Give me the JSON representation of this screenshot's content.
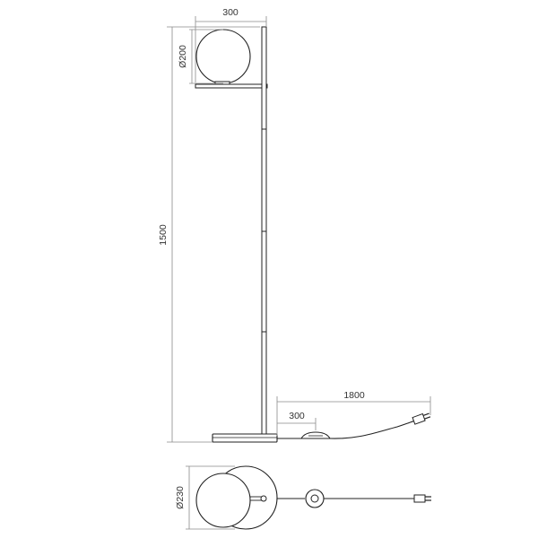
{
  "dimensions": {
    "arm_width": "300",
    "globe_diameter": "Ø200",
    "total_height": "1500",
    "cable_length": "1800",
    "switch_distance": "300",
    "base_diameter": "Ø230"
  },
  "colors": {
    "line": "#222222",
    "dimension_line": "#8a8a8a",
    "text": "#333333"
  }
}
